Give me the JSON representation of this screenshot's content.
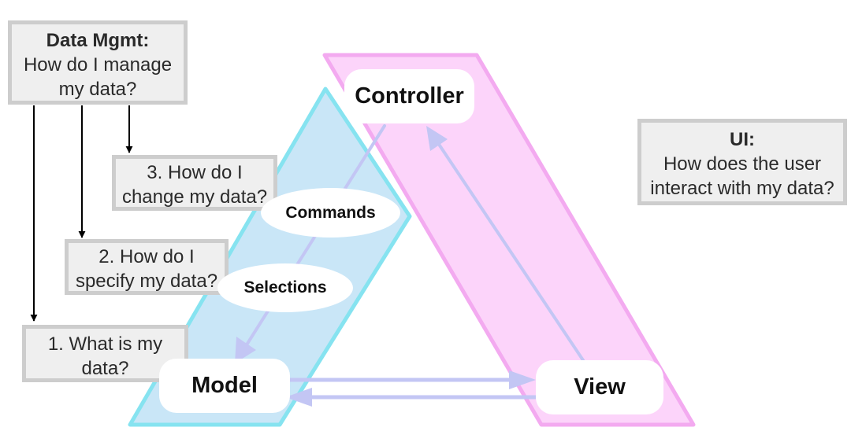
{
  "colors": {
    "model_band_fill": "#c9e6f7",
    "model_band_border": "#86e3f0",
    "view_band_fill": "#fcd4fa",
    "view_band_border": "#f3aaf0",
    "flow_arrow": "#c3c6f4",
    "box_fill": "#efefef",
    "box_border": "#cdcdcd"
  },
  "data_mgmt": {
    "title": "Data Mgmt:",
    "line1": "How do I manage",
    "line2": "my data?"
  },
  "ui": {
    "title": "UI:",
    "line1": "How does the user",
    "line2": "interact with my data?"
  },
  "questions": [
    {
      "line1": "1. What is my",
      "line2": "data?"
    },
    {
      "line1": "2. How do I",
      "line2": "specify my data?"
    },
    {
      "line1": "3. How do I",
      "line2": "change my data?"
    }
  ],
  "nodes": {
    "controller": "Controller",
    "model": "Model",
    "view": "View"
  },
  "edge_labels": {
    "commands": "Commands",
    "selections": "Selections"
  }
}
